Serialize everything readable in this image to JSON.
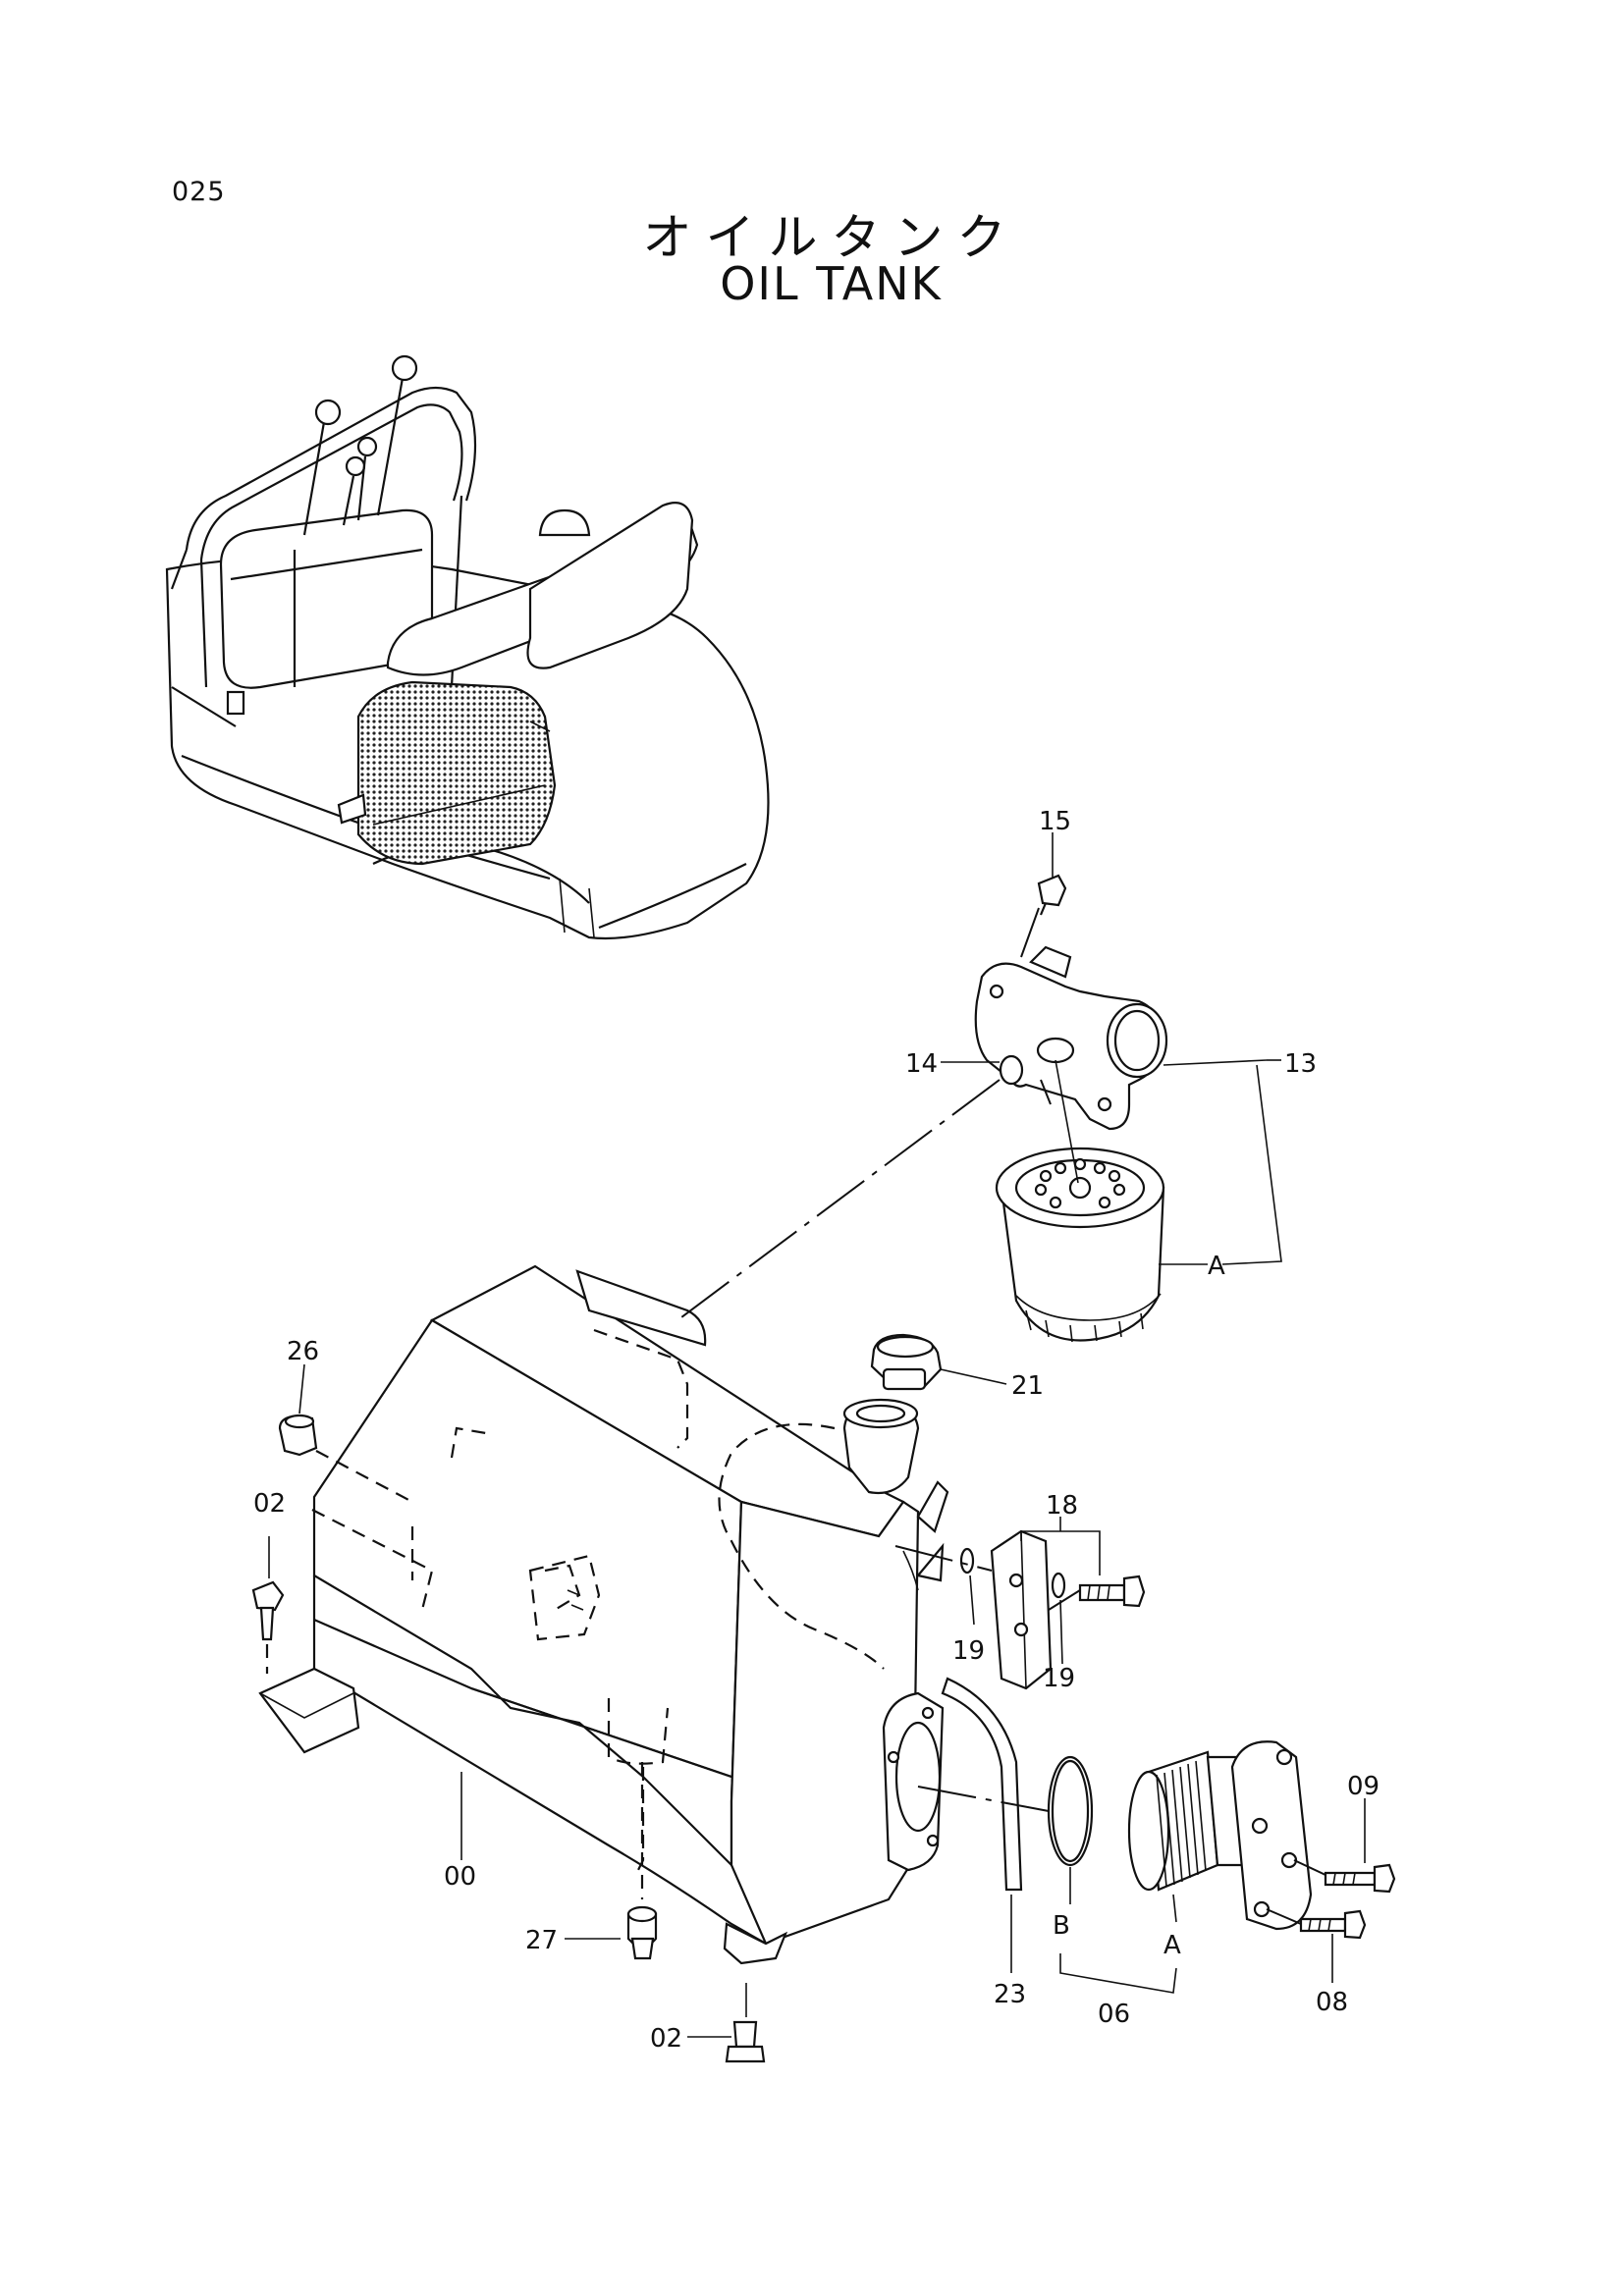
{
  "header": {
    "page_number": "025",
    "title_jp": "オイルタンク",
    "title_en": "OIL TANK"
  },
  "callouts": [
    {
      "id": "c15",
      "text": "15"
    },
    {
      "id": "c14",
      "text": "14"
    },
    {
      "id": "c13",
      "text": "13"
    },
    {
      "id": "cA1",
      "text": "A"
    },
    {
      "id": "c21",
      "text": "21"
    },
    {
      "id": "c26",
      "text": "26"
    },
    {
      "id": "c02a",
      "text": "02"
    },
    {
      "id": "c18",
      "text": "18"
    },
    {
      "id": "c19a",
      "text": "19"
    },
    {
      "id": "c19b",
      "text": "19"
    },
    {
      "id": "c09",
      "text": "09"
    },
    {
      "id": "c00",
      "text": "00"
    },
    {
      "id": "c27",
      "text": "27"
    },
    {
      "id": "cB",
      "text": "B"
    },
    {
      "id": "cA2",
      "text": "A"
    },
    {
      "id": "c23",
      "text": "23"
    },
    {
      "id": "c06",
      "text": "06"
    },
    {
      "id": "c08",
      "text": "08"
    },
    {
      "id": "c02b",
      "text": "02"
    }
  ]
}
